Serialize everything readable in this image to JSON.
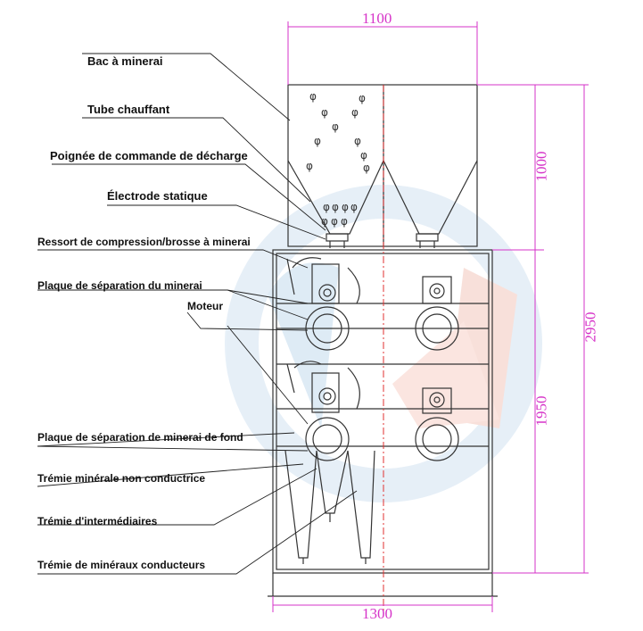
{
  "labels": {
    "bac": "Bac à minerai",
    "tube": "Tube chauffant",
    "poignee": "Poignée de commande de décharge",
    "electrode": "Électrode statique",
    "ressort": "Ressort de compression/brosse à minerai",
    "plaque_sep": "Plaque de séparation du minerai",
    "moteur": "Moteur",
    "plaque_fond": "Plaque de séparation de minerai de fond",
    "tremie_non": "Trémie minérale non conductrice",
    "tremie_inter": "Trémie d'intermédiaires",
    "tremie_cond": "Trémie de minéraux conducteurs"
  },
  "dimensions": {
    "top_width": "1100",
    "bottom_width": "1300",
    "upper_height": "1000",
    "lower_height": "1950",
    "total_height": "2950"
  },
  "colors": {
    "line": "#333333",
    "dimension": "#d633c8",
    "centerline": "#e03030",
    "watermark_blue": "#cfe3f3",
    "watermark_red": "#f7d6d0"
  }
}
